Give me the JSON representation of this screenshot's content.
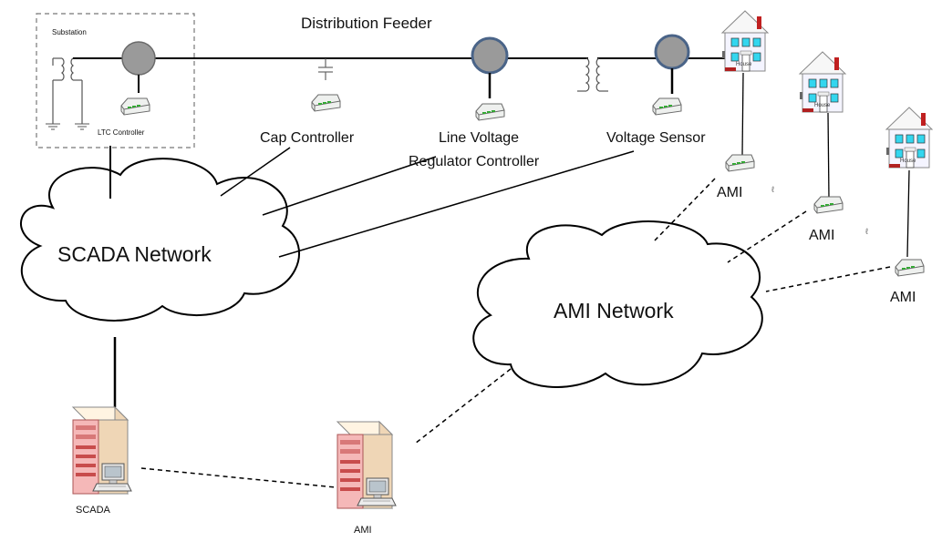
{
  "labels": {
    "distribution_feeder": "Distribution Feeder",
    "substation": "Substation",
    "ltc_controller": "LTC Controller",
    "cap_controller": "Cap Controller",
    "line_voltage_regulator_line1": "Line Voltage",
    "line_voltage_regulator_line2": "Regulator Controller",
    "voltage_sensor": "Voltage Sensor",
    "scada_network": "SCADA Network",
    "ami_network": "AMI Network",
    "scada_server": "SCADA",
    "ami_server": "AMI",
    "ami_meter_1": "AMI",
    "ami_meter_2": "AMI",
    "ami_meter_3": "AMI",
    "house_1": "House",
    "house_2": "House",
    "house_3": "House"
  },
  "colors": {
    "line": "#000000",
    "node_fill": "#9a9a9a",
    "regulator_ring": "#4a6488",
    "server_front": "#f5b8b8",
    "server_body": "#efd6b6",
    "house_wall": "#f4f4ff",
    "house_window": "#33d6ef",
    "roof_accent": "#c02020"
  },
  "icons": {
    "controller": "network-device-icon",
    "server": "server-tower-icon",
    "house": "house-icon",
    "transformer": "transformer-coil-icon",
    "capacitor": "capacitor-icon",
    "ground": "ground-icon"
  }
}
